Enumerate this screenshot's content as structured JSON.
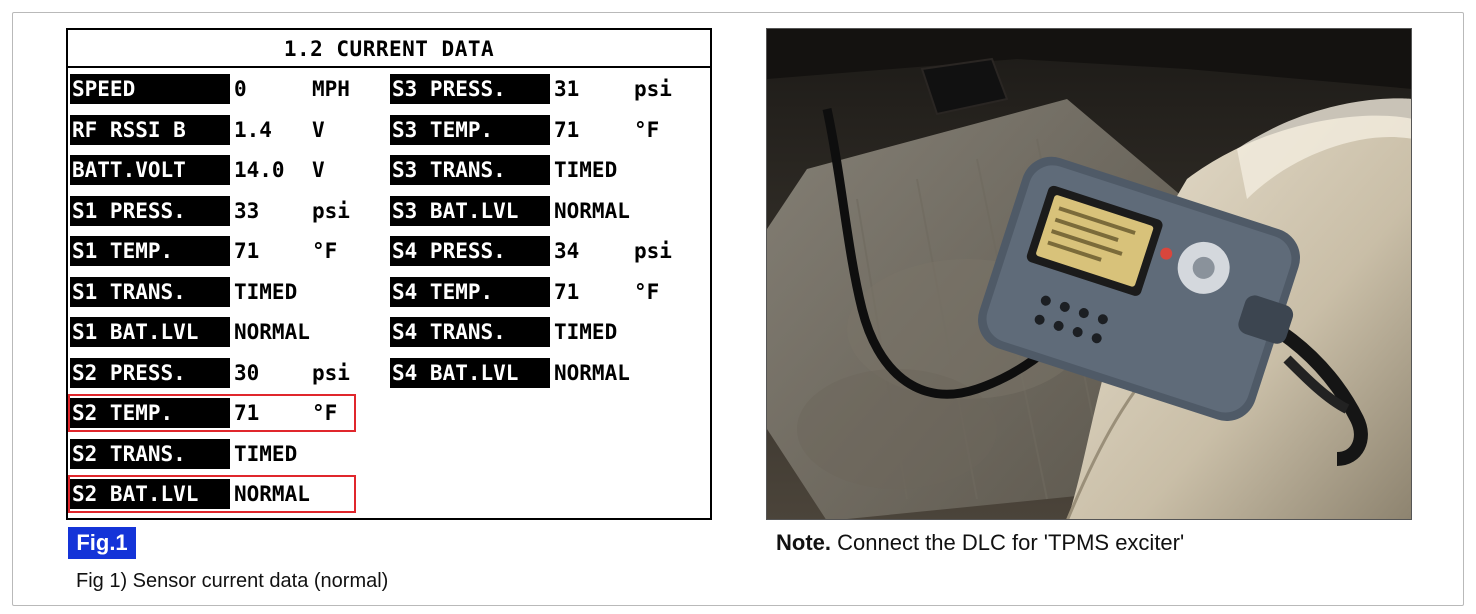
{
  "panel": {
    "title": "1.2 CURRENT DATA",
    "left_column": [
      {
        "label": "SPEED",
        "value": "0",
        "unit": "MPH"
      },
      {
        "label": "RF RSSI B",
        "value": "1.4",
        "unit": "V"
      },
      {
        "label": "BATT.VOLT",
        "value": "14.0",
        "unit": "V"
      },
      {
        "label": "S1 PRESS.",
        "value": "33",
        "unit": "psi"
      },
      {
        "label": "S1 TEMP.",
        "value": "71",
        "unit": "°F"
      },
      {
        "label": "S1 TRANS.",
        "value": "TIMED",
        "unit": ""
      },
      {
        "label": "S1 BAT.LVL",
        "value": "NORMAL",
        "unit": ""
      },
      {
        "label": "S2 PRESS.",
        "value": "30",
        "unit": "psi"
      },
      {
        "label": "S2 TEMP.",
        "value": "71",
        "unit": "°F"
      },
      {
        "label": "S2 TRANS.",
        "value": "TIMED",
        "unit": ""
      },
      {
        "label": "S2 BAT.LVL",
        "value": "NORMAL",
        "unit": ""
      }
    ],
    "right_column": [
      {
        "label": "S3 PRESS.",
        "value": "31",
        "unit": "psi"
      },
      {
        "label": "S3 TEMP.",
        "value": "71",
        "unit": "°F"
      },
      {
        "label": "S3 TRANS.",
        "value": "TIMED",
        "unit": ""
      },
      {
        "label": "S3 BAT.LVL",
        "value": "NORMAL",
        "unit": ""
      },
      {
        "label": "S4 PRESS.",
        "value": "34",
        "unit": "psi"
      },
      {
        "label": "S4 TEMP.",
        "value": "71",
        "unit": "°F"
      },
      {
        "label": "S4 TRANS.",
        "value": "TIMED",
        "unit": ""
      },
      {
        "label": "S4 BAT.LVL",
        "value": "NORMAL",
        "unit": ""
      }
    ],
    "highlight_color": "#e0262c"
  },
  "figure": {
    "badge": "Fig.1",
    "badge_color": "#1434d8",
    "caption": "Fig 1) Sensor current data (normal)"
  },
  "note": {
    "bold": "Note.",
    "text": " Connect the DLC for 'TPMS exciter'"
  }
}
